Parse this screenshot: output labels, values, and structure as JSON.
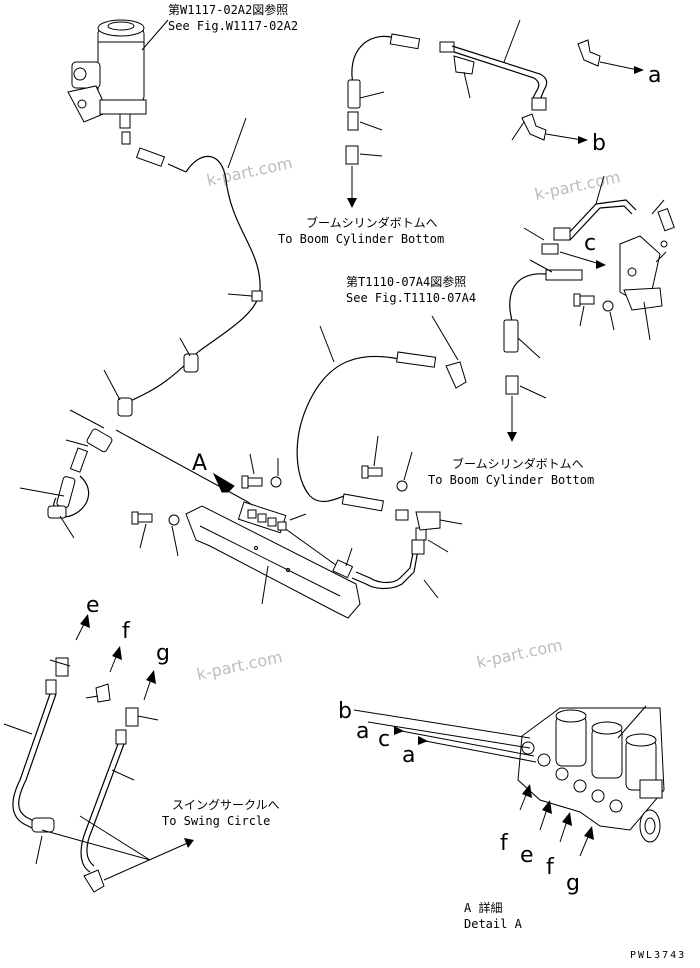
{
  "labels": {
    "ref_top_jp": "第W1117-02A2図参照",
    "ref_top_en": "See Fig.W1117-02A2",
    "boom_jp_1": "ブームシリンダボトムへ",
    "boom_en_1": "To Boom Cylinder Bottom",
    "ref_mid_jp": "第T1110-07A4図参照",
    "ref_mid_en": "See Fig.T1110-07A4",
    "boom_jp_2": "ブームシリンダボトムへ",
    "boom_en_2": "To Boom Cylinder Bottom",
    "swing_jp": "スイングサークルへ",
    "swing_en": "To Swing Circle",
    "detail_jp": "A 詳細",
    "detail_en": "Detail A",
    "code": "PWL3743"
  },
  "letters": {
    "a_top": "a",
    "b_top": "b",
    "c_right": "c",
    "A_marker": "A",
    "e_bl": "e",
    "f_bl": "f",
    "g_bl": "g",
    "b_det": "b",
    "a_det1": "a",
    "c_det": "c",
    "a_det2": "a",
    "f_det1": "f",
    "e_det": "e",
    "f_det2": "f",
    "g_det": "g"
  },
  "watermarks": [
    "k-part.com",
    "k-part.com",
    "k-part.com",
    "k-part.com"
  ]
}
